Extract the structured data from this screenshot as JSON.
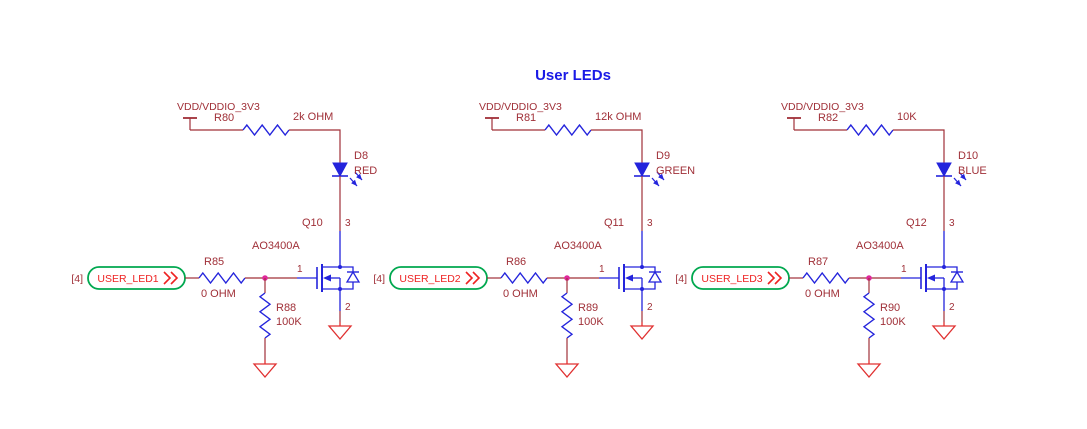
{
  "title": "User LEDs",
  "colors": {
    "wire": "#A03038",
    "symbol": "#2424DC",
    "title": "#1A1AE6",
    "ground": "#E03030",
    "junction": "#E0289C",
    "port_outline": "#00A84F",
    "port_text": "#EE2222"
  },
  "channels": [
    {
      "power_label": "VDD/VDDIO_3V3",
      "top_resistor": {
        "ref": "R80",
        "value": "2k OHM"
      },
      "led": {
        "ref": "D8",
        "color_name": "RED"
      },
      "transistor": {
        "ref": "Q10",
        "part": "AO3400A",
        "pin_drain": "3",
        "pin_gate": "1",
        "pin_source": "2"
      },
      "input_port": {
        "sheet_ref": "[4]",
        "net": "USER_LED1"
      },
      "series_resistor": {
        "ref": "R85",
        "value": "0 OHM"
      },
      "pulldown_resistor": {
        "ref": "R88",
        "value": "100K"
      }
    },
    {
      "power_label": "VDD/VDDIO_3V3",
      "top_resistor": {
        "ref": "R81",
        "value": "12k OHM"
      },
      "led": {
        "ref": "D9",
        "color_name": "GREEN"
      },
      "transistor": {
        "ref": "Q11",
        "part": "AO3400A",
        "pin_drain": "3",
        "pin_gate": "1",
        "pin_source": "2"
      },
      "input_port": {
        "sheet_ref": "[4]",
        "net": "USER_LED2"
      },
      "series_resistor": {
        "ref": "R86",
        "value": "0 OHM"
      },
      "pulldown_resistor": {
        "ref": "R89",
        "value": "100K"
      }
    },
    {
      "power_label": "VDD/VDDIO_3V3",
      "top_resistor": {
        "ref": "R82",
        "value": "10K"
      },
      "led": {
        "ref": "D10",
        "color_name": "BLUE"
      },
      "transistor": {
        "ref": "Q12",
        "part": "AO3400A",
        "pin_drain": "3",
        "pin_gate": "1",
        "pin_source": "2"
      },
      "input_port": {
        "sheet_ref": "[4]",
        "net": "USER_LED3"
      },
      "series_resistor": {
        "ref": "R87",
        "value": "0 OHM"
      },
      "pulldown_resistor": {
        "ref": "R90",
        "value": "100K"
      }
    }
  ]
}
